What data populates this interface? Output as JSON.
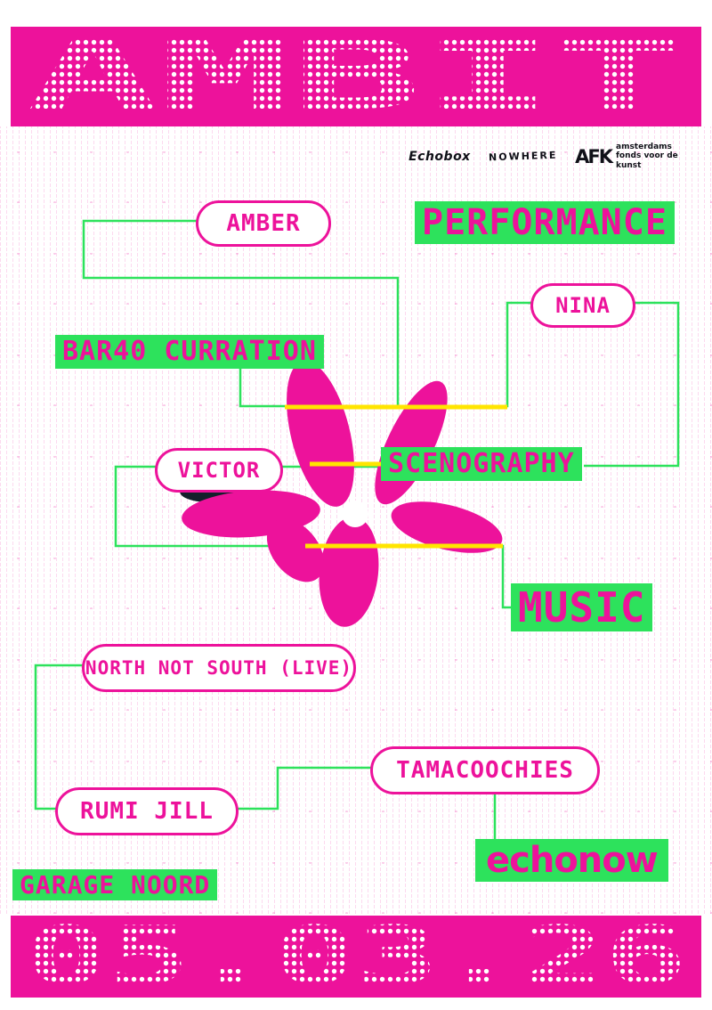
{
  "poster": {
    "title": "AMBIT",
    "date": "05.03.26",
    "venue": "GARAGE NOORD"
  },
  "sponsors": {
    "echobox": "Echobox",
    "nowhere": "NOWHERE",
    "afk_initials": "AFK",
    "afk_name": "amsterdams fonds voor de kunst"
  },
  "tags": {
    "performance": "PERFORMANCE",
    "bar40": "BAR40 CURRATION",
    "scenography": "SCENOGRAPHY",
    "music": "MUSIC",
    "echonow": "echonow"
  },
  "artists": {
    "amber": "AMBER",
    "nina": "NINA",
    "victor": "VICTOR",
    "north_not_south": "NORTH NOT SOUTH (LIVE)",
    "tamacoochies": "TAMACOOCHIES",
    "rumi_jill": "RUMI JILL"
  },
  "colors": {
    "pink": "#ed129b",
    "green": "#2de25c",
    "yellow": "#ffe500",
    "dark": "#13202c",
    "white": "#ffffff"
  }
}
